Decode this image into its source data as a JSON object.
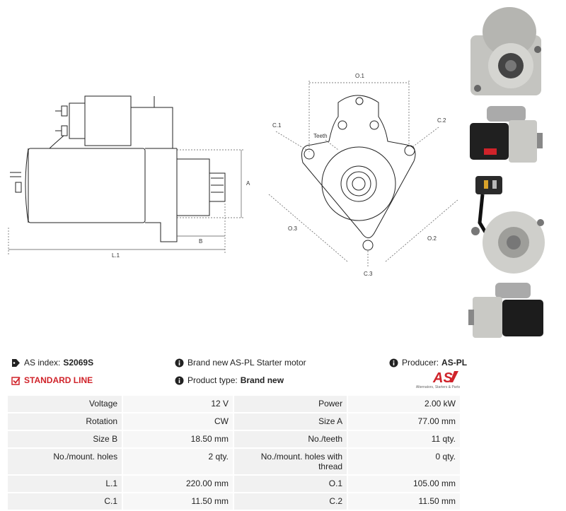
{
  "drawing": {
    "side_labels": {
      "a": "A",
      "b": "B",
      "l1": "L.1"
    },
    "front_labels": {
      "o1": "O.1",
      "o2": "O.2",
      "o3": "O.3",
      "c1": "C.1",
      "c2": "C.2",
      "c3": "C.3",
      "teeth": "Teeth"
    }
  },
  "info": {
    "as_index_label": "AS index:",
    "as_index_value": "S2069S",
    "standard_line": "STANDARD LINE",
    "description": "Brand new AS-PL Starter motor",
    "product_type_label": "Product type:",
    "product_type_value": "Brand new",
    "producer_label": "Producer:",
    "producer_value": "AS-PL"
  },
  "logo": {
    "text": "AS",
    "subtitle": "Alternators, Starters & Parts",
    "brand_color": "#d0232a"
  },
  "specs": [
    {
      "label": "Voltage",
      "value": "12 V",
      "label2": "Power",
      "value2": "2.00 kW"
    },
    {
      "label": "Rotation",
      "value": "CW",
      "label2": "Size A",
      "value2": "77.00 mm"
    },
    {
      "label": "Size B",
      "value": "18.50 mm",
      "label2": "No./teeth",
      "value2": "11 qty."
    },
    {
      "label": "No./mount. holes",
      "value": "2 qty.",
      "label2": "No./mount. holes with thread",
      "value2": "0 qty."
    },
    {
      "label": "L.1",
      "value": "220.00 mm",
      "label2": "O.1",
      "value2": "105.00 mm"
    },
    {
      "label": "C.1",
      "value": "11.50 mm",
      "label2": "C.2",
      "value2": "11.50 mm"
    }
  ]
}
